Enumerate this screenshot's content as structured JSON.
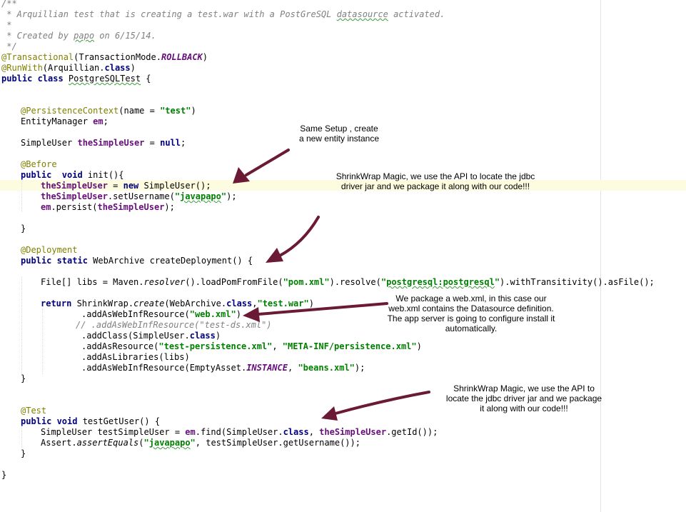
{
  "code": {
    "doc_open": "/**",
    "doc_l1a": " * Arquillian test that is creating a test.war with a PostGreSQL ",
    "doc_l1b": "datasource",
    "doc_l1c": " activated.",
    "doc_star": " *",
    "doc_l3a": " * Created by ",
    "doc_l3b": "papo",
    "doc_l3c": " on 6/15/14.",
    "doc_close": " */",
    "transactional_ann": "@Transactional",
    "transactional_args": "(TransactionMode.",
    "rollback": "ROLLBACK",
    "close_paren": ")",
    "runwith_ann": "@RunWith",
    "runwith_args": "(Arquillian.",
    "class_kw": "class",
    "public_class_kw": "public class ",
    "class_name": "PostgreSQLTest",
    "class_open": " {",
    "persistence_ann": "@PersistenceContext",
    "persistence_args": "(name = ",
    "persistence_str": "\"test\"",
    "em_type": "EntityManager ",
    "em_field": "em",
    "semicolon": ";",
    "user_type": "SimpleUser ",
    "user_field": "theSimpleUser",
    "eq": " = ",
    "null_kw": "null",
    "before_ann": "@Before",
    "init_kw": "public  void",
    "init_rest": " init(){",
    "new_kw": "new",
    "new_rest": " SimpleUser();",
    "set_user_a": ".setUsername(",
    "javapapo_q1": "\"",
    "javapapo": "javapapo",
    "javapapo_q2": "\"",
    "set_user_b": ");",
    "em_persist": ".persist(",
    "paren_semi": ");",
    "close_brace": "}",
    "deployment_ann": "@Deployment",
    "create_kw": "public static",
    "create_rest": " WebArchive createDeployment() {",
    "libs_a": "File[] libs = Maven.",
    "resolver": "resolver",
    "libs_b": "().loadPomFromFile(",
    "pom_str": "\"pom.xml\"",
    "libs_c": ").resolve(",
    "pg_q1": "\"",
    "pg_str": "postgresql:postgresql",
    "pg_q2": "\"",
    "libs_d": ").withTransitivity().asFile();",
    "return_kw": "return",
    "shrink_a": " ShrinkWrap.",
    "create_m": "create",
    "shrink_b": "(WebArchive.",
    "comma": ",",
    "testwar_str": "\"test.war\"",
    "add_webinf_a": ".addAsWebInfResource(",
    "webxml_str": "\"web.xml\"",
    "commented_line": "// .addAsWebInfResource(\"test-ds.xml\")",
    "add_class_a": ".addClass(SimpleUser.",
    "add_class_b": ")",
    "add_res_a": ".addAsResource(",
    "test_persist_str": "\"test-persistence.xml\"",
    "comma_sp": ", ",
    "meta_str": "\"META-INF/persistence.xml\"",
    "add_libs": ".addAsLibraries(libs)",
    "add_beans_a": ".addAsWebInfResource(EmptyAsset.",
    "instance": "INSTANCE",
    "beans_str": "\"beans.xml\"",
    "test_ann": "@Test",
    "test_kw": "public void",
    "test_rest": " testGetUser() {",
    "find_a": "SimpleUser testSimpleUser = ",
    "find_b": ".find(SimpleUser.",
    "get_id": ".getId());",
    "assert_a": "Assert.",
    "assert_m": "assertEquals",
    "assert_b": "(",
    "assert_c": ", testSimpleUser.getUsername());"
  },
  "annotations": {
    "setup_l1": "Same Setup , create",
    "setup_l2": "a new entity instance",
    "magic1_l1": "ShrinkWrap Magic, we use the API to locate the jdbc",
    "magic1_l2": "driver jar and we package it along with our code!!!",
    "webxml_l1": "We package a web.xml, in this case our",
    "webxml_l2": "web.xml contains the Datasource definition.",
    "webxml_l3": "The app server is going to configure install it",
    "webxml_l4": "automatically.",
    "magic2_l1": "ShrinkWrap Magic, we use the API to",
    "magic2_l2": "locate the jdbc driver jar and we package",
    "magic2_l3": "it along with our code!!!"
  },
  "colors": {
    "keyword": "#000080",
    "string": "#008000",
    "field": "#660e7a",
    "annotation": "#808000",
    "comment": "#808080",
    "arrow": "#6b1a35",
    "current_line": "#fdfce0"
  }
}
